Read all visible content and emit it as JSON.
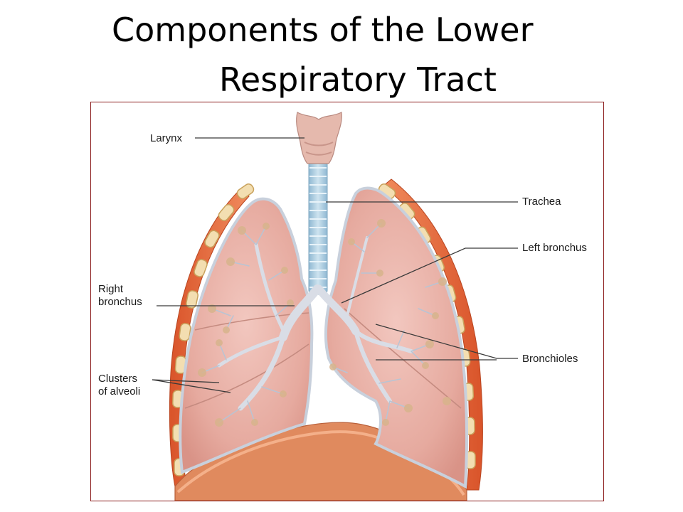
{
  "slide": {
    "title_line1": "Components of the Lower",
    "title_line2": "Respiratory Tract"
  },
  "diagram": {
    "labels": {
      "larynx": "Larynx",
      "trachea": "Trachea",
      "left_bronchus": "Left bronchus",
      "right_bronchus_line1": "Right",
      "right_bronchus_line2": "bronchus",
      "bronchioles": "Bronchioles",
      "alveoli_line1": "Clusters",
      "alveoli_line2": "of alveoli"
    },
    "colors": {
      "lung_fill": "#e9b2a9",
      "lung_edge": "#c8d0dc",
      "trachea": "#9fc3d9",
      "larynx": "#e5b9ad",
      "rib_muscle": "#e5693a",
      "cartilage": "#f3deb1",
      "diaphragm": "#e08a5e",
      "frame": "#8b1c1c"
    }
  }
}
